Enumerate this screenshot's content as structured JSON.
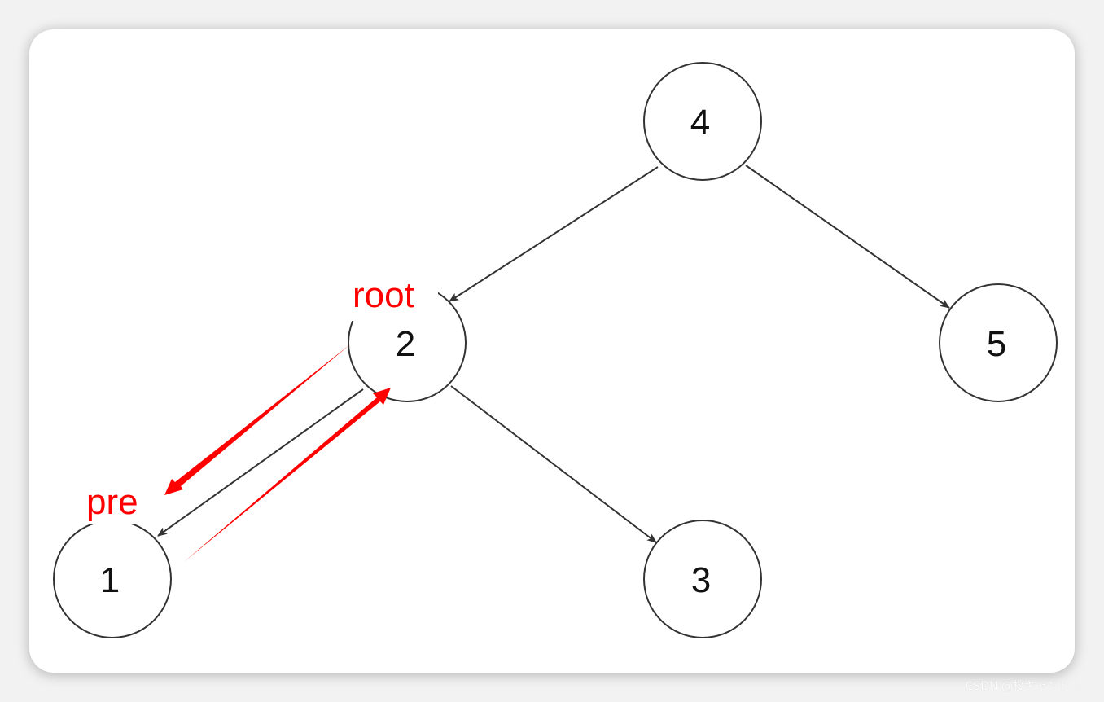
{
  "nodes": {
    "n4": "4",
    "n2": "2",
    "n5": "5",
    "n1": "1",
    "n3": "3"
  },
  "annotations": {
    "root": "root",
    "pre": "pre"
  },
  "edges": [
    {
      "from": "4",
      "to": "2"
    },
    {
      "from": "4",
      "to": "5"
    },
    {
      "from": "2",
      "to": "1"
    },
    {
      "from": "2",
      "to": "3"
    }
  ],
  "highlight_arrows": [
    {
      "from": "2",
      "to": "pre"
    },
    {
      "from": "1",
      "to": "2"
    }
  ],
  "colors": {
    "edge": "#333333",
    "node_stroke": "#333333",
    "highlight": "#ff0000"
  },
  "watermark": "CSDN @桜キャンドル"
}
